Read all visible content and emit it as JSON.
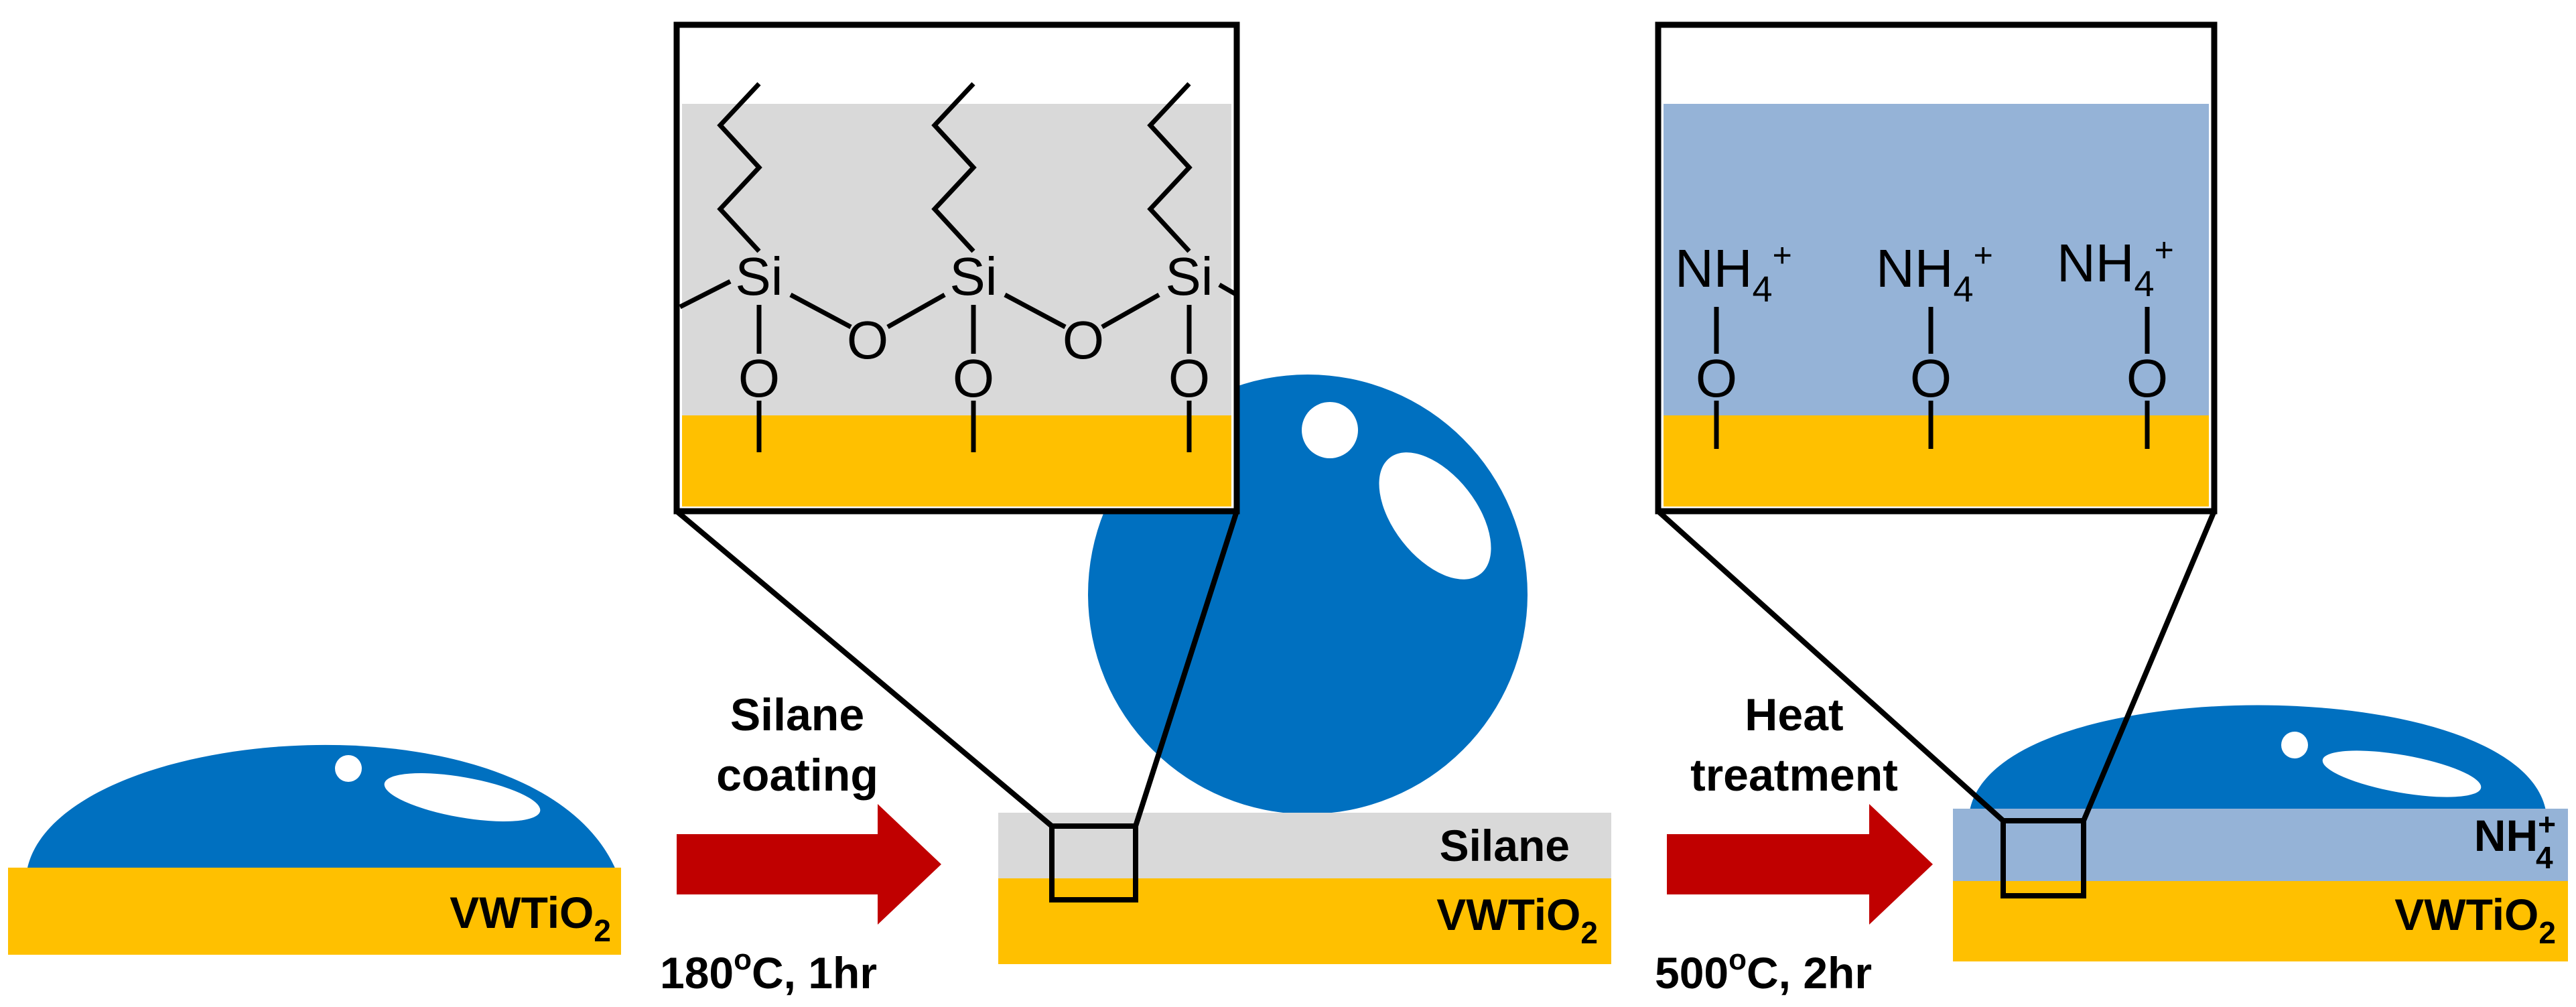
{
  "labels": {
    "substrate": "VWTiO",
    "substrate_sub": "2",
    "silane": "Silane",
    "ammonium_base": "NH",
    "ammonium_sub": "4",
    "ammonium_sup": "+"
  },
  "step1": {
    "line1": "Silane",
    "line2": "coating",
    "cond_num": "180",
    "cond_sup": "o",
    "cond_rest": "C, 1hr"
  },
  "step2": {
    "line1": "Heat",
    "line2": "treatment",
    "cond_num": "500",
    "cond_sup": "o",
    "cond_rest": "C, 2hr"
  },
  "inset1": {
    "si": "Si",
    "o": "O"
  },
  "inset2": {
    "o": "O"
  },
  "colors": {
    "substrate": "#FFC000",
    "water": "#0070C0",
    "silane_layer": "#D9D9D9",
    "ammonium_layer": "#95B3D7",
    "arrow": "#C00000"
  }
}
